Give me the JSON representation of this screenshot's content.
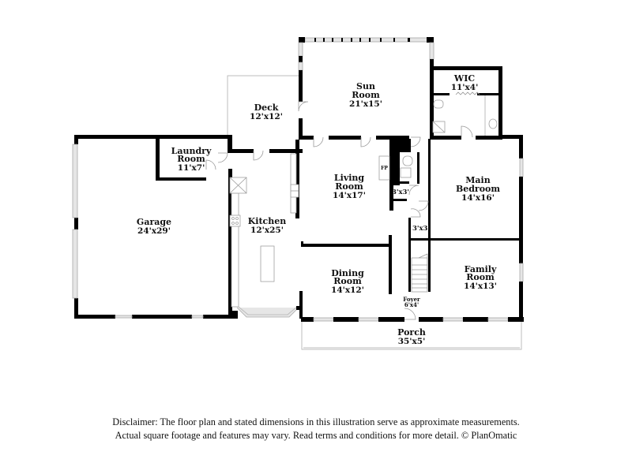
{
  "floor_plan": {
    "rooms": [
      {
        "id": "sun-room",
        "name_lines": [
          "Sun",
          "Room"
        ],
        "dimensions": "21'x15'"
      },
      {
        "id": "wic",
        "name_lines": [
          "WIC"
        ],
        "dimensions": "11'x4'"
      },
      {
        "id": "deck",
        "name_lines": [
          "Deck"
        ],
        "dimensions": "12'x12'"
      },
      {
        "id": "laundry-room",
        "name_lines": [
          "Laundry",
          "Room"
        ],
        "dimensions": "11'x7'"
      },
      {
        "id": "living-room",
        "name_lines": [
          "Living",
          "Room"
        ],
        "dimensions": "14'x17'"
      },
      {
        "id": "main-bedroom",
        "name_lines": [
          "Main",
          "Bedroom"
        ],
        "dimensions": "14'x16'"
      },
      {
        "id": "garage",
        "name_lines": [
          "Garage"
        ],
        "dimensions": "24'x29'"
      },
      {
        "id": "kitchen",
        "name_lines": [
          "Kitchen"
        ],
        "dimensions": "12'x25'"
      },
      {
        "id": "closet-1",
        "name_lines": [],
        "dimensions": "3'x3'"
      },
      {
        "id": "closet-2",
        "name_lines": [],
        "dimensions": "3'x3'"
      },
      {
        "id": "dining-room",
        "name_lines": [
          "Dining",
          "Room"
        ],
        "dimensions": "14'x12'"
      },
      {
        "id": "family-room",
        "name_lines": [
          "Family",
          "Room"
        ],
        "dimensions": "14'x13'"
      },
      {
        "id": "foyer",
        "name_lines": [
          "Foyer"
        ],
        "dimensions": "6'x4'"
      },
      {
        "id": "porch",
        "name_lines": [
          "Porch"
        ],
        "dimensions": "35'x5'"
      }
    ],
    "fixtures": {
      "fireplace_label": "FP"
    }
  },
  "disclaimer": {
    "line1": "Disclaimer: The floor plan and stated dimensions in this illustration serve as approximate measurements.",
    "line2": "Actual square footage and features may vary. Read terms and conditions for more detail. © PlanOmatic"
  }
}
